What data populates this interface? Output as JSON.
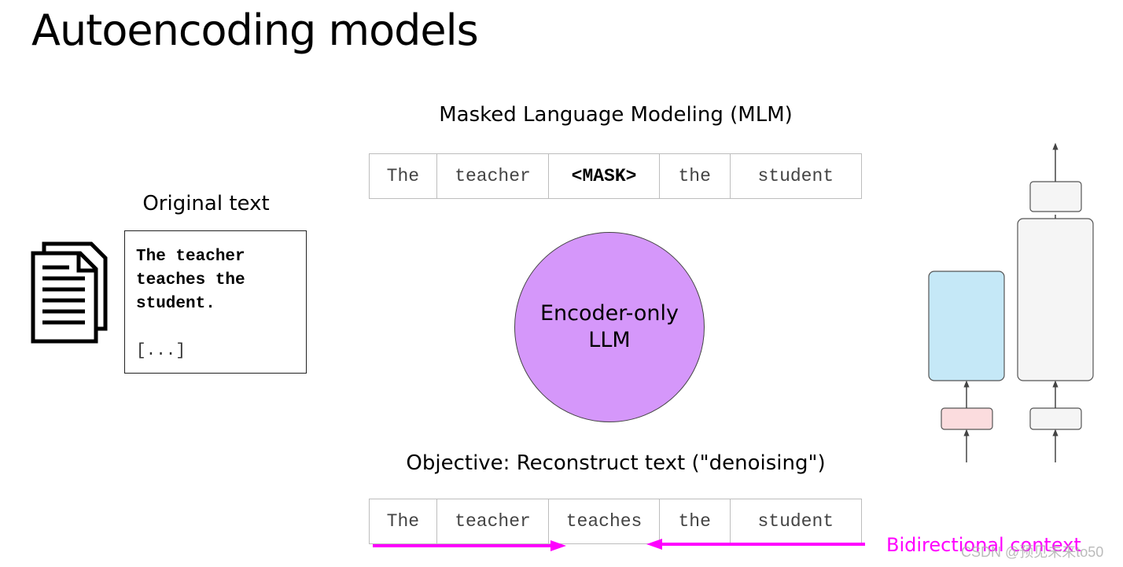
{
  "title": "Autoencoding models",
  "mlm_heading": "Masked Language Modeling (MLM)",
  "masked_tokens": [
    "The",
    "teacher",
    "<MASK>",
    "the",
    "student"
  ],
  "original_heading": "Original text",
  "original_text": "The teacher\nteaches the\nstudent.",
  "original_ellipsis": "[...]",
  "model_label": "Encoder-only\nLLM",
  "objective_heading": "Objective: Reconstruct text (\"denoising\")",
  "output_tokens": [
    "The",
    "teacher",
    "teaches",
    "the",
    "student"
  ],
  "bidirectional_label": "Bidirectional context",
  "watermark": "CSDN @预见未来to50",
  "colors": {
    "model_fill": "#d597fa",
    "arrow_magenta": "#ff00ff",
    "encoder_block_fill": "#c5e8f7",
    "embedding_fill": "#fbdcde",
    "decoder_block_fill": "#f5f5f5"
  }
}
